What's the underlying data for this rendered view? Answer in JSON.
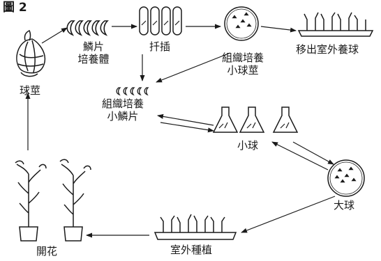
{
  "figure": {
    "title": "圖 2"
  },
  "stages": {
    "bulb_stem": "球莖",
    "scale_culture": [
      "鱗片",
      "培養體"
    ],
    "insertion": "扦插",
    "cultured_bulblet": [
      "組織培養",
      "小球莖"
    ],
    "transplant_out": "移出室外養球",
    "cultured_scales": [
      "組織培養",
      "小鱗片"
    ],
    "small_bulb": "小球",
    "large_bulb": "大球",
    "outdoor_planting": "室外種植",
    "flowering": "開花"
  },
  "colors": {
    "ink": "#1a1a1a",
    "paper": "#ffffff"
  }
}
